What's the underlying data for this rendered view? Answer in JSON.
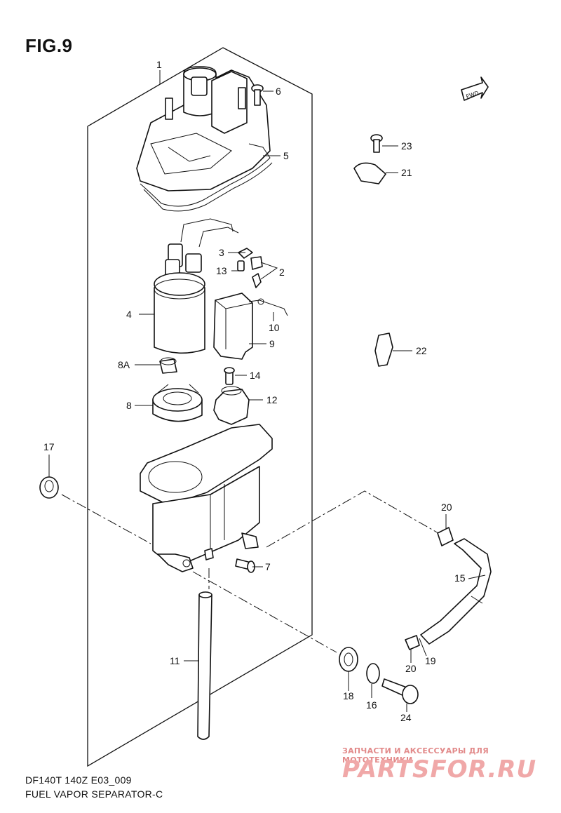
{
  "figure": {
    "title": "FIG.9",
    "fwd_label": "FWD"
  },
  "callouts": [
    {
      "id": "p1",
      "text": "1"
    },
    {
      "id": "p2",
      "text": "2"
    },
    {
      "id": "p3",
      "text": "3"
    },
    {
      "id": "p4",
      "text": "4"
    },
    {
      "id": "p5",
      "text": "5"
    },
    {
      "id": "p6",
      "text": "6"
    },
    {
      "id": "p7",
      "text": "7"
    },
    {
      "id": "p8",
      "text": "8"
    },
    {
      "id": "p8a",
      "text": "8A"
    },
    {
      "id": "p9",
      "text": "9"
    },
    {
      "id": "p10",
      "text": "10"
    },
    {
      "id": "p11",
      "text": "11"
    },
    {
      "id": "p12",
      "text": "12"
    },
    {
      "id": "p13",
      "text": "13"
    },
    {
      "id": "p14",
      "text": "14"
    },
    {
      "id": "p15",
      "text": "15"
    },
    {
      "id": "p16",
      "text": "16"
    },
    {
      "id": "p17",
      "text": "17"
    },
    {
      "id": "p18",
      "text": "18"
    },
    {
      "id": "p19",
      "text": "19"
    },
    {
      "id": "p20a",
      "text": "20"
    },
    {
      "id": "p20b",
      "text": "20"
    },
    {
      "id": "p21",
      "text": "21"
    },
    {
      "id": "p22",
      "text": "22"
    },
    {
      "id": "p23",
      "text": "23"
    },
    {
      "id": "p24",
      "text": "24"
    }
  ],
  "footer": {
    "model_code": "DF140T 140Z E03_009",
    "section_name": "FUEL VAPOR SEPARATOR-C"
  },
  "watermark": {
    "tagline": "ЗАПЧАСТИ И АКСЕССУАРЫ ДЛЯ МОТОТЕХНИКИ",
    "logo": "PARTSFOR.RU"
  }
}
